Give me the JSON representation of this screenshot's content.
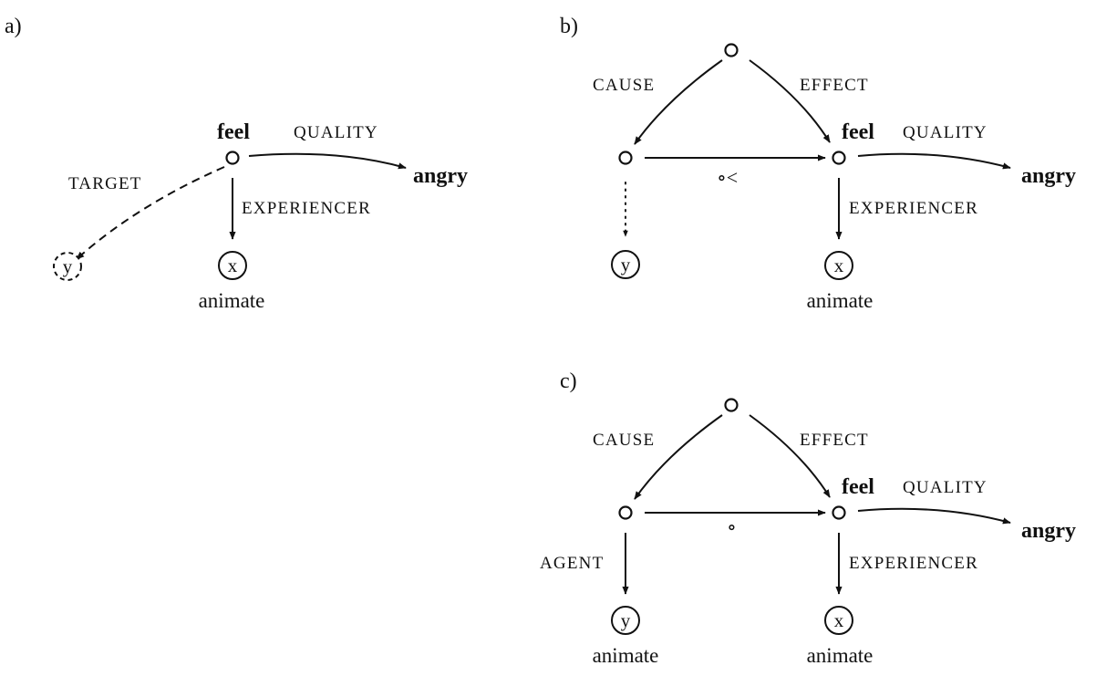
{
  "panels": [
    {
      "label": "a)",
      "node_head": "feel",
      "node_quality": "angry",
      "edge_quality": "QUALITY",
      "edge_target": "TARGET",
      "edge_experiencer": "EXPERIENCER",
      "circle_x": "x",
      "circle_y": "y",
      "animate_x": "animate"
    },
    {
      "label": "b)",
      "node_head": "feel",
      "node_quality": "angry",
      "edge_cause": "CAUSE",
      "edge_effect": "EFFECT",
      "edge_quality": "QUALITY",
      "edge_experiencer": "EXPERIENCER",
      "precedence": "∘<",
      "circle_x": "x",
      "circle_y": "y",
      "animate_x": "animate"
    },
    {
      "label": "c)",
      "node_head": "feel",
      "node_quality": "angry",
      "edge_cause": "CAUSE",
      "edge_effect": "EFFECT",
      "edge_quality": "QUALITY",
      "edge_experiencer": "EXPERIENCER",
      "edge_agent": "AGENT",
      "precedence": "∘",
      "circle_x": "x",
      "circle_y": "y",
      "animate_x": "animate",
      "animate_y": "animate"
    }
  ]
}
